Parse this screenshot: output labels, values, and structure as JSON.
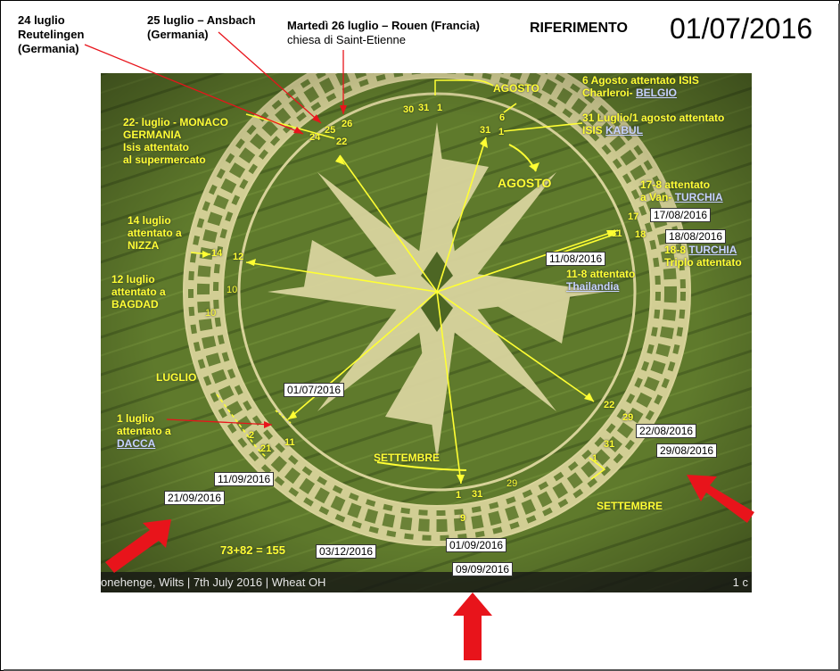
{
  "header": {
    "ref_label": "RIFERIMENTO",
    "ref_date": "01/07/2016",
    "l24_a": "24 luglio",
    "l24_b": "Reutelingen",
    "l24_c": "(Germania)",
    "l25_a": "25 luglio – Ansbach",
    "l25_b": "(Germania)",
    "l26_a": "Martedì 26 luglio – Rouen (Francia)",
    "l26_b": "chiesa di Saint-Etienne"
  },
  "photo": {
    "caption": "onehenge, Wilts | 7th July 2016 | Wheat OH",
    "caption_right": "1 c",
    "agosto_top": "AGOSTO",
    "agosto_mid": "AGOSTO",
    "luglio": "LUGLIO",
    "settembre_left": "SETTEMBRE",
    "settembre_right": "SETTEMBRE",
    "monaco": [
      "22- luglio - MONACO",
      "GERMANIA",
      "Isis attentato",
      "al supermercato"
    ],
    "nizza": [
      "14 luglio",
      "attentato a",
      "NIZZA"
    ],
    "bagdad": [
      "12 luglio",
      "attentato a",
      "BAGDAD"
    ],
    "dacca": [
      "1 luglio",
      "attentato a"
    ],
    "dacca_link": "DACCA",
    "charleroi_a": "6 Agosto attentato ISIS",
    "charleroi_b": "Charleroi- ",
    "charleroi_link": "BELGIO",
    "kabul_a": "31 Luglio/1 agosto  attentato",
    "kabul_b": "ISIS ",
    "kabul_link": "KABUL",
    "van_a": "17-8 attentato",
    "van_b": "a Van- ",
    "van_link": "TURCHIA",
    "thai_a": "11-8 attentato",
    "thai_link": "Thailandia",
    "sum": "73+82 = 155",
    "nums": {
      "n30": "30",
      "n31a": "31",
      "n1a": "1",
      "n6": "6",
      "n31b": "31",
      "n1b": "1",
      "n24": "24",
      "n25": "25",
      "n26": "26",
      "n22a": "22",
      "n14": "14",
      "n12": "12",
      "n10a": "10",
      "n10b": "10",
      "n11a": "11",
      "n17": "17",
      "n18": "18",
      "n22b": "22",
      "n29a": "29",
      "n31c": "31",
      "n1c": "1",
      "n2": "2",
      "n21": "21",
      "n11b": "11",
      "n1d": "1",
      "n31d": "31",
      "n29b": "29",
      "n9": "9"
    }
  },
  "outside": {
    "turchia_b_a": "18-8 ",
    "turchia_b_link": "TURCHIA",
    "turchia_b_b": "Triplo attentato"
  },
  "dates": {
    "d0107": "01/07/2016",
    "d1108": "11/08/2016",
    "d1708": "17/08/2016",
    "d1808": "18/08/2016",
    "d2208": "22/08/2016",
    "d2908": "29/08/2016",
    "d1109": "11/09/2016",
    "d2109": "21/09/2016",
    "d0112": "03/12/2016",
    "d0109": "01/09/2016",
    "d0909": "09/09/2016"
  },
  "colors": {
    "accent_yellow": "#ffff33",
    "arrow_red": "#e8141b",
    "field_green": "#5f7a2c"
  }
}
